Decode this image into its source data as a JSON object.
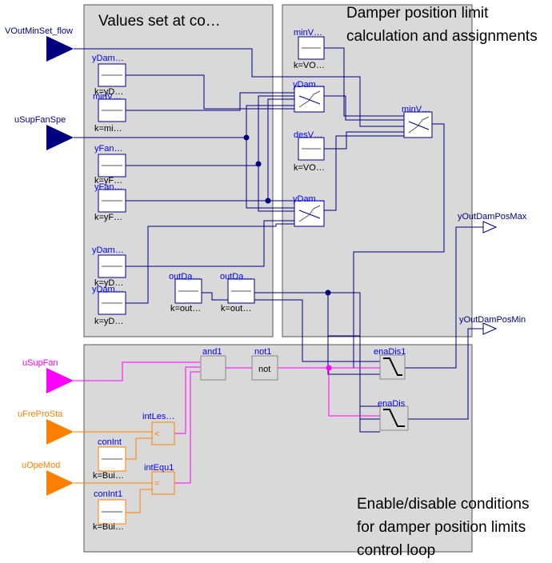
{
  "groups": {
    "constants_title": "Values set at co…",
    "limit_title_1": "Damper position limit",
    "limit_title_2": "calculation and assignments",
    "enable_title_1": "Enable/disable conditions",
    "enable_title_2": "for damper position limits",
    "enable_title_3": "control loop"
  },
  "inputs": {
    "vout_min_set_flow": "VOutMinSet_flow",
    "u_sup_fan_spe": "uSupFanSpe",
    "u_sup_fan": "uSupFan",
    "u_fre_pro_sta": "uFreProSta",
    "u_ope_mod": "uOpeMod"
  },
  "outputs": {
    "y_out_dam_pos_max": "yOutDamPosMax",
    "y_out_dam_pos_min": "yOutDamPosMin"
  },
  "constants": [
    {
      "name": "yDam…",
      "param": "k=yD…"
    },
    {
      "name": "minV…",
      "param": "k=mi…"
    },
    {
      "name": "yFan…",
      "param": "k=yF…"
    },
    {
      "name": "yFan…",
      "param": "k=yF…"
    },
    {
      "name": "yDam…",
      "param": "k=yD…"
    },
    {
      "name": "yDam…",
      "param": "k=yD…"
    },
    {
      "name": "outDa…",
      "param": "k=out…"
    },
    {
      "name": "outDa…",
      "param": "k=out…"
    },
    {
      "name": "minV…",
      "param": "k=VO…"
    },
    {
      "name": "desV…",
      "param": "k=VO…"
    },
    {
      "name": "conInt",
      "param": "k=Bui…"
    },
    {
      "name": "conInt1",
      "param": "k=Bui…"
    }
  ],
  "blocks": {
    "line_upper": "yDam…",
    "line_lower": "yDam…",
    "line_right": "minV…",
    "and1": "and1",
    "not1": "not1",
    "not_text": "not",
    "ena_dis1": "enaDis1",
    "ena_dis": "enaDis",
    "int_les": "intLes…",
    "int_equ1": "intEqu1",
    "less_symbol": "<",
    "eq_symbol": "="
  },
  "colors": {
    "real_signal": "#00007f",
    "bool_signal": "#ff00ff",
    "int_signal": "#ff7f00",
    "group_fill": "#d9d9d9"
  }
}
